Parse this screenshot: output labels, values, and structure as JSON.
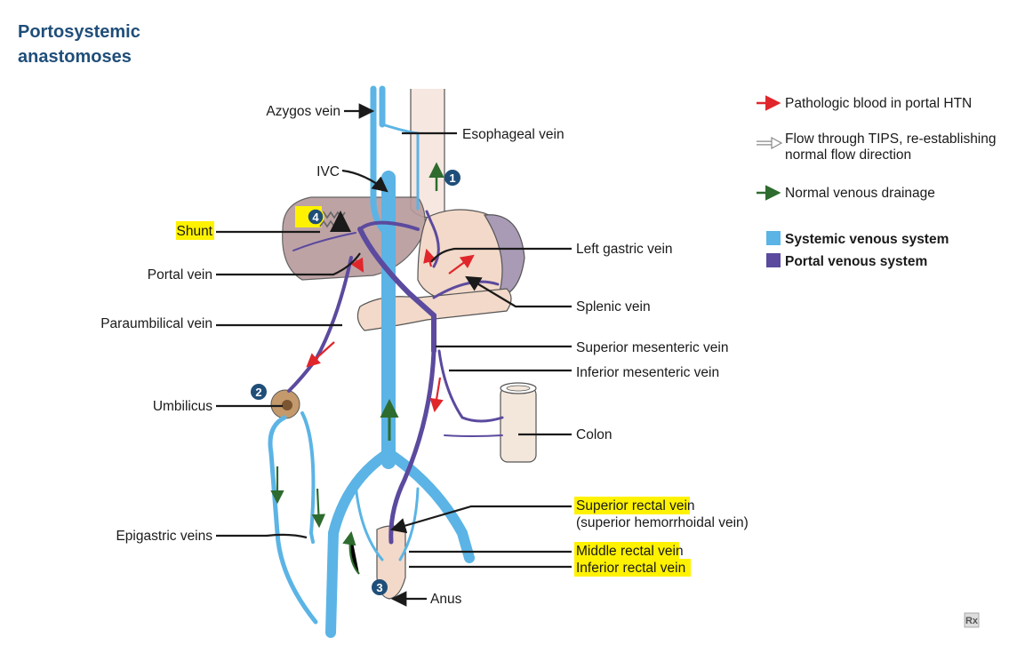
{
  "title": {
    "line1": "Portosystemic",
    "line2": "anastomoses"
  },
  "colors": {
    "systemic": "#5bb4e5",
    "portal": "#5b4a9e",
    "pathologic": "#e0262b",
    "normal": "#2e6b2e",
    "highlight": "#fff200",
    "number_badge": "#1f4e79"
  },
  "labels_left": {
    "azygos": "Azygos vein",
    "ivc": "IVC",
    "shunt": "Shunt",
    "portal_vein": "Portal vein",
    "paraumbilical": "Paraumbilical vein",
    "umbilicus": "Umbilicus",
    "epigastric": "Epigastric veins"
  },
  "labels_right": {
    "esophageal": "Esophageal vein",
    "left_gastric": "Left gastric vein",
    "splenic": "Splenic vein",
    "superior_mesenteric": "Superior mesenteric vein",
    "inferior_mesenteric": "Inferior mesenteric vein",
    "colon": "Colon",
    "superior_rectal": "Superior rectal vein",
    "superior_rectal_sub": "(superior hemorrhoidal vein)",
    "middle_rectal": "Middle rectal vein",
    "inferior_rectal": "Inferior rectal vein",
    "anus": "Anus"
  },
  "badges": [
    "1",
    "2",
    "3",
    "4"
  ],
  "legend": {
    "pathologic": "Pathologic blood in portal HTN",
    "tips_line1": "Flow through TIPS, re-establishing",
    "tips_line2": "normal flow direction",
    "normal": "Normal venous drainage",
    "systemic": "Systemic venous system",
    "portal": "Portal venous system"
  },
  "logo": "Rx"
}
